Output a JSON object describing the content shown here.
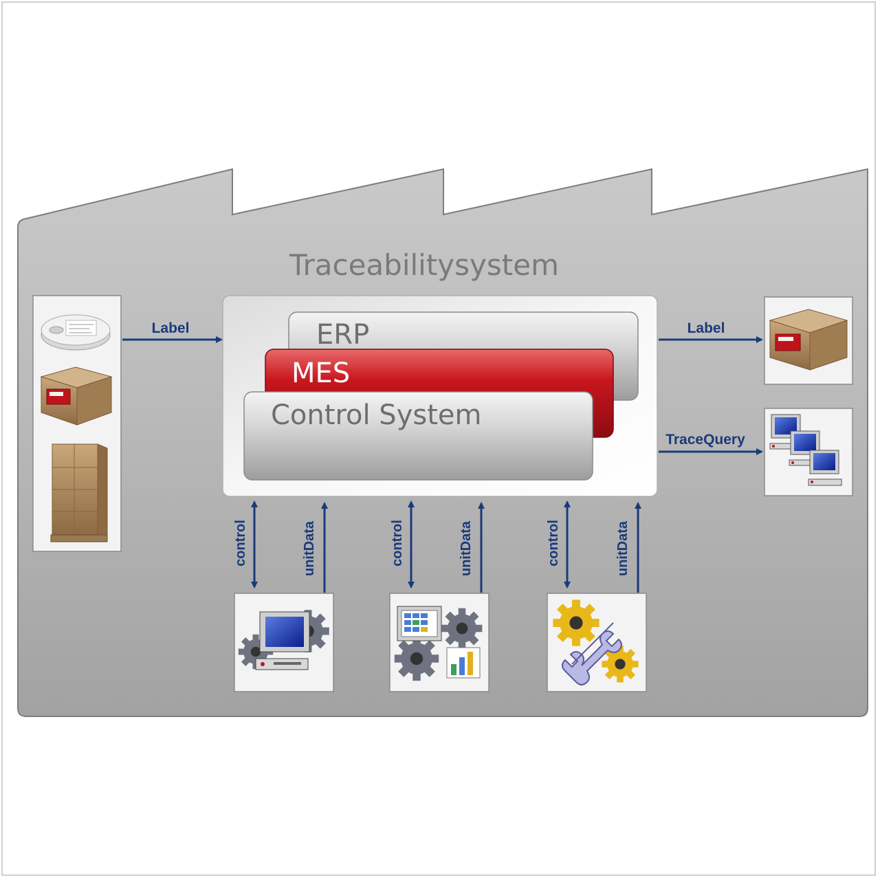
{
  "diagram": {
    "title": "Traceabilitysystem",
    "layers": {
      "erp": "ERP",
      "mes": "MES",
      "control_system": "Control System"
    },
    "flows": {
      "input_label": "Label",
      "output_label": "Label",
      "trace_query": "TraceQuery"
    },
    "bottom_links": [
      {
        "control": "control",
        "data": "unitData"
      },
      {
        "control": "control",
        "data": "unitData"
      },
      {
        "control": "control",
        "data": "unitData"
      }
    ],
    "colors": {
      "arrow": "#1a3a7a",
      "mes_red": "#c0141c",
      "factory_gray": "#a9a9a9"
    },
    "icons": {
      "inputs": [
        "component-reel-icon",
        "labeled-box-icon",
        "pallet-boxes-icon"
      ],
      "output_box": "labeled-box-icon",
      "trace_clients": "computer-network-icon",
      "stations": [
        "computer-gears-icon",
        "monitor-chart-gears-icon",
        "gears-wrench-icon"
      ]
    }
  }
}
